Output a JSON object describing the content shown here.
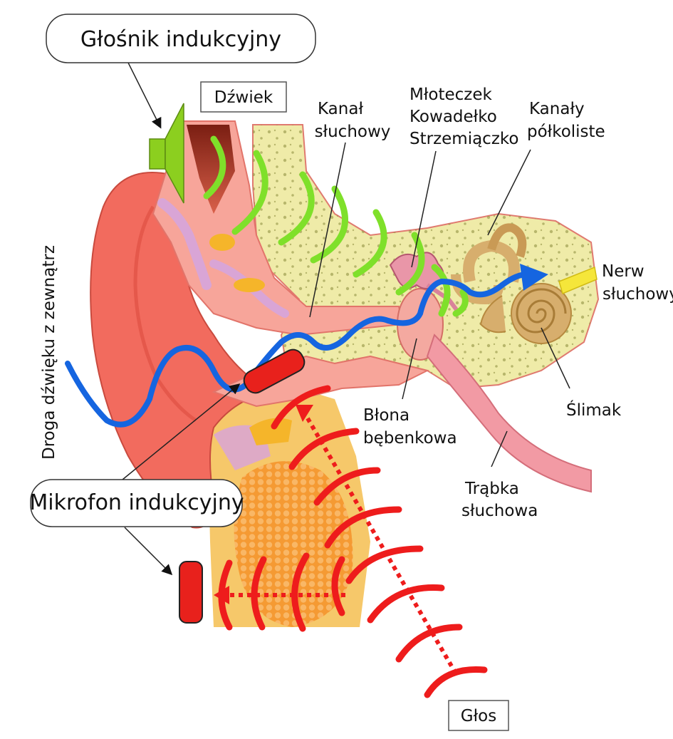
{
  "labels": {
    "speaker_title": "Głośnik indukcyjny",
    "sound": "Dźwiek",
    "ear_canal_1": "Kanał",
    "ear_canal_2": "słuchowy",
    "ossicles_1": "Młoteczek",
    "ossicles_2": "Kowadełko",
    "ossicles_3": "Strzemiączko",
    "canals_1": "Kanały",
    "canals_2": "półkoliste",
    "nerve_1": "Nerw",
    "nerve_2": "słuchowy",
    "cochlea": "Ślimak",
    "eardrum_1": "Błona",
    "eardrum_2": "bębenkowa",
    "tube_1": "Trąbka",
    "tube_2": "słuchowa",
    "mic_title": "Mikrofon indukcyjny",
    "voice": "Głos",
    "outward_path": "Droga dźwięku z zewnątrz"
  },
  "colors": {
    "skin": "#f26b5e",
    "skin_light": "#f7a59a",
    "bone": "#efeba8",
    "green_wave": "#7fe02a",
    "red_wave": "#ee1c1c",
    "blue_path": "#1565e0",
    "cochlea": "#d7ae6d",
    "fat": "#f6a21e",
    "nerve": "#f5e63a"
  },
  "icons": [
    "speaker-icon",
    "microphone-icon"
  ]
}
